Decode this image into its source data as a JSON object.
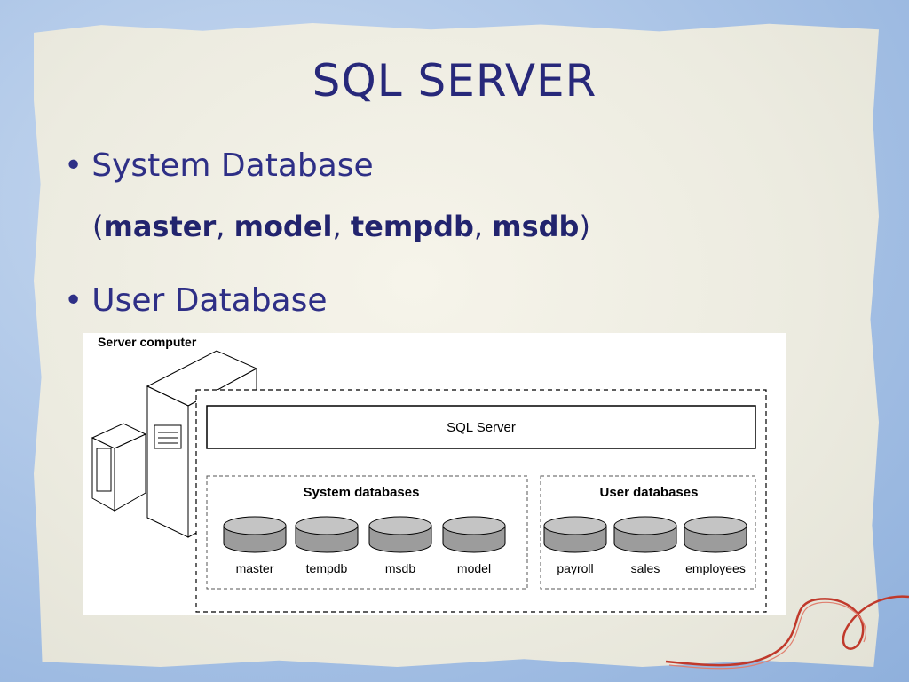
{
  "slide": {
    "title": "SQL SERVER",
    "bullets": {
      "system": "System Database",
      "system_list": {
        "open": "(",
        "items": [
          "master",
          "model",
          "tempdb",
          "msdb"
        ],
        "sep": ", ",
        "close": ")"
      },
      "user": "User Database"
    }
  },
  "diagram": {
    "server_label": "Server computer",
    "sql_server_label": "SQL Server",
    "system_group": {
      "title": "System databases",
      "databases": [
        "master",
        "tempdb",
        "msdb",
        "model"
      ]
    },
    "user_group": {
      "title": "User databases",
      "databases": [
        "payroll",
        "sales",
        "employees"
      ]
    }
  },
  "colors": {
    "title": "#27287a",
    "bullet_text": "#2e2f86",
    "cylinder_fill": "#9c9c9c",
    "cylinder_top": "#c4c4c4",
    "thread": "#c0392b"
  }
}
